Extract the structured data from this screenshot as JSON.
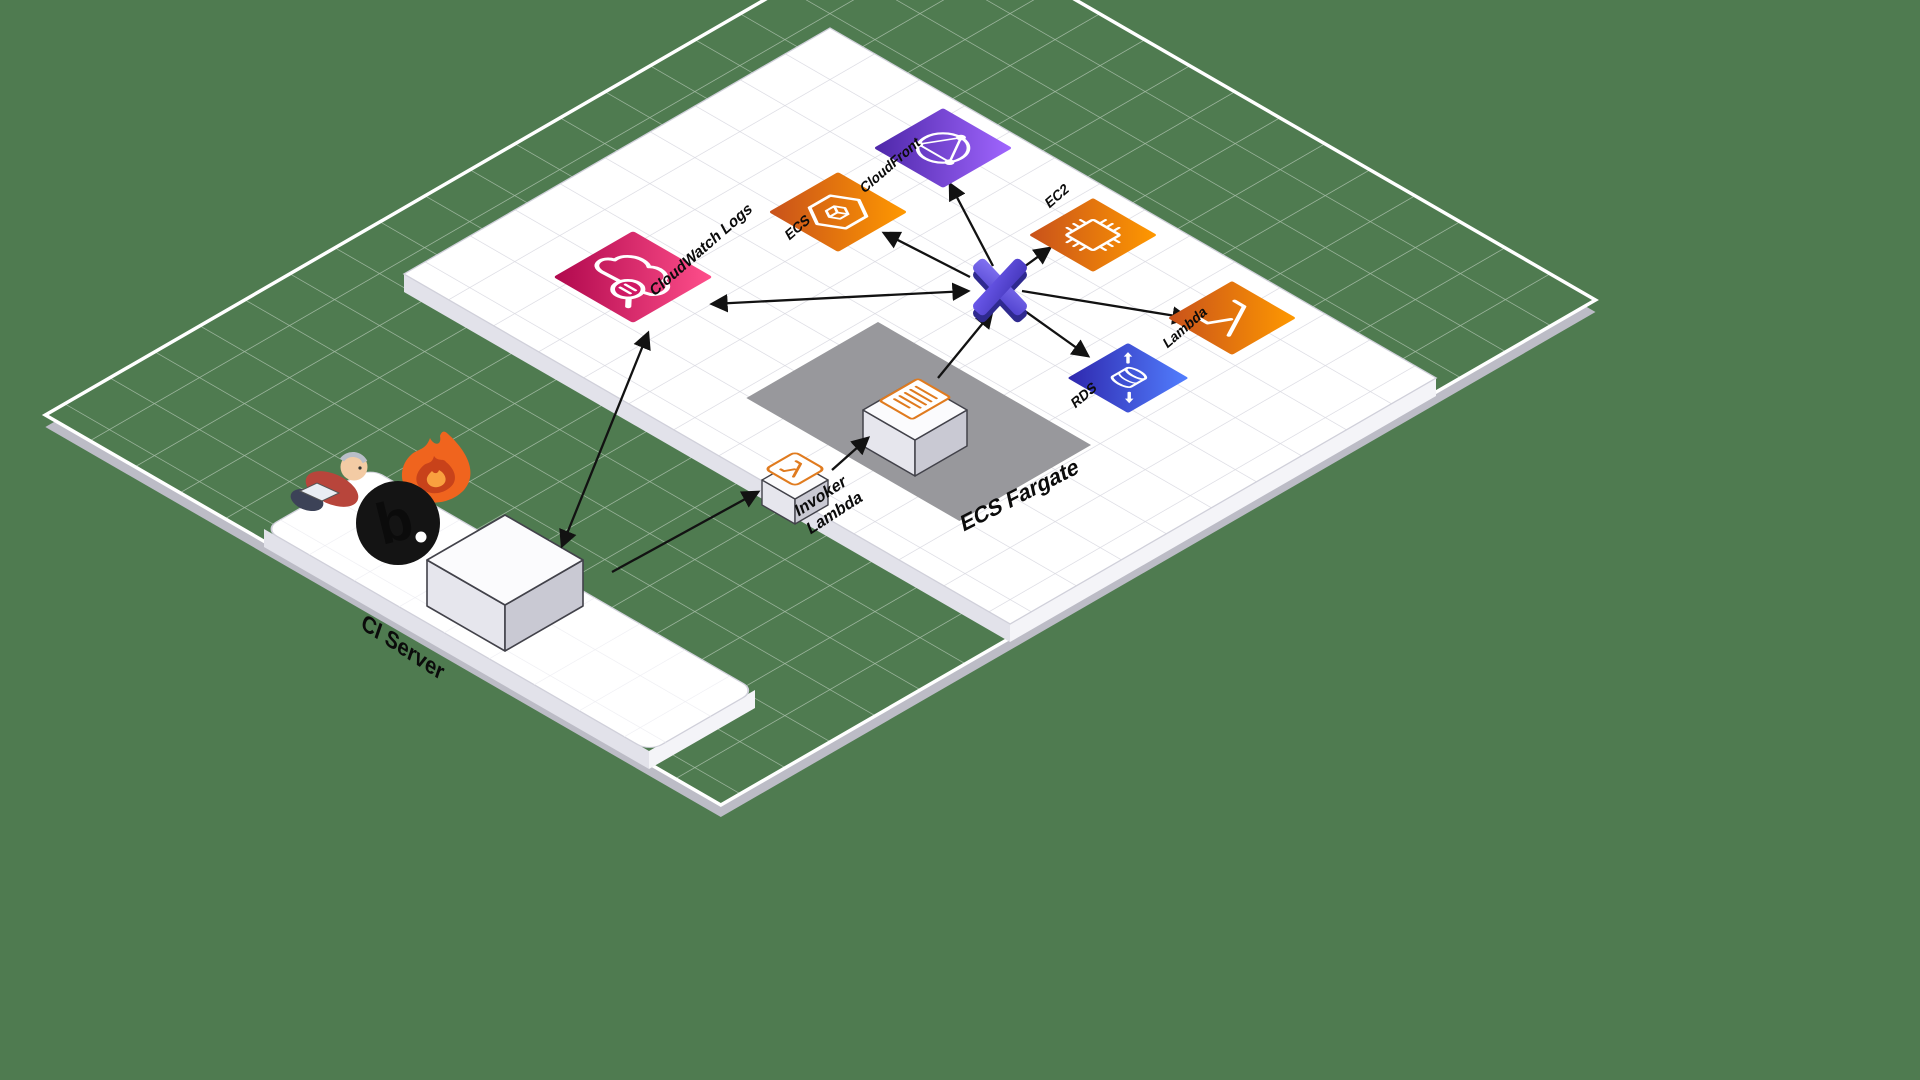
{
  "diagram": {
    "type": "isometric-architecture",
    "labels": {
      "ci_server": "CI Server",
      "cloudwatch_logs": "CloudWatch Logs",
      "invoker_line1": "Invoker",
      "invoker_line2": "Lambda",
      "ecs_fargate": "ECS Fargate",
      "ecs": "ECS",
      "cloudfront": "CloudFront",
      "ec2": "EC2",
      "lambda": "Lambda",
      "rds": "RDS",
      "b_logo_glyph": "b"
    },
    "icons": [
      {
        "name": "jenkins-mascot-icon"
      },
      {
        "name": "flame-icon"
      },
      {
        "name": "circle-b-logo-icon"
      },
      {
        "name": "ci-build-cube"
      },
      {
        "name": "invoker-lambda-cube"
      },
      {
        "name": "lambda-badge-icon"
      },
      {
        "name": "ecs-fargate-task-cube"
      },
      {
        "name": "document-badge-icon"
      },
      {
        "name": "hub-x-icon"
      },
      {
        "name": "cloudwatch-logs-icon"
      },
      {
        "name": "ecs-icon"
      },
      {
        "name": "cloudfront-icon"
      },
      {
        "name": "ec2-icon"
      },
      {
        "name": "lambda-icon"
      },
      {
        "name": "rds-icon"
      }
    ],
    "connections": [
      {
        "from": "ci-build-cube",
        "to": "cloudwatch-logs",
        "bidirectional": true
      },
      {
        "from": "ci-build-cube",
        "to": "invoker-lambda",
        "bidirectional": false
      },
      {
        "from": "invoker-lambda",
        "to": "ecs-fargate-task",
        "bidirectional": false
      },
      {
        "from": "ecs-fargate-task",
        "to": "hub",
        "bidirectional": false
      },
      {
        "from": "cloudwatch-logs",
        "to": "hub",
        "bidirectional": true
      },
      {
        "from": "hub",
        "to": "ecs",
        "bidirectional": false
      },
      {
        "from": "hub",
        "to": "cloudfront",
        "bidirectional": false
      },
      {
        "from": "hub",
        "to": "ec2",
        "bidirectional": false
      },
      {
        "from": "hub",
        "to": "lambda",
        "bidirectional": false
      },
      {
        "from": "hub",
        "to": "rds",
        "bidirectional": false
      }
    ],
    "colors": {
      "background_green": "#4f7b50",
      "grid_white": "rgba(255,255,255,0.5)",
      "platform_white": "#ffffff",
      "platform_grid": "#d8d8e0",
      "fargate_area_gray": "#98989c",
      "cloudwatch_pink_start": "#b0084d",
      "cloudwatch_pink_end": "#ff4f8b",
      "aws_orange_start": "#c8511b",
      "aws_orange_end": "#ff9900",
      "cloudfront_purple_start": "#4d27a8",
      "cloudfront_purple_end": "#a166ff",
      "rds_blue_start": "#2e27ad",
      "rds_blue_end": "#527fff",
      "hub_purple": "#5a4ae0",
      "arrow_black": "#121212"
    }
  }
}
